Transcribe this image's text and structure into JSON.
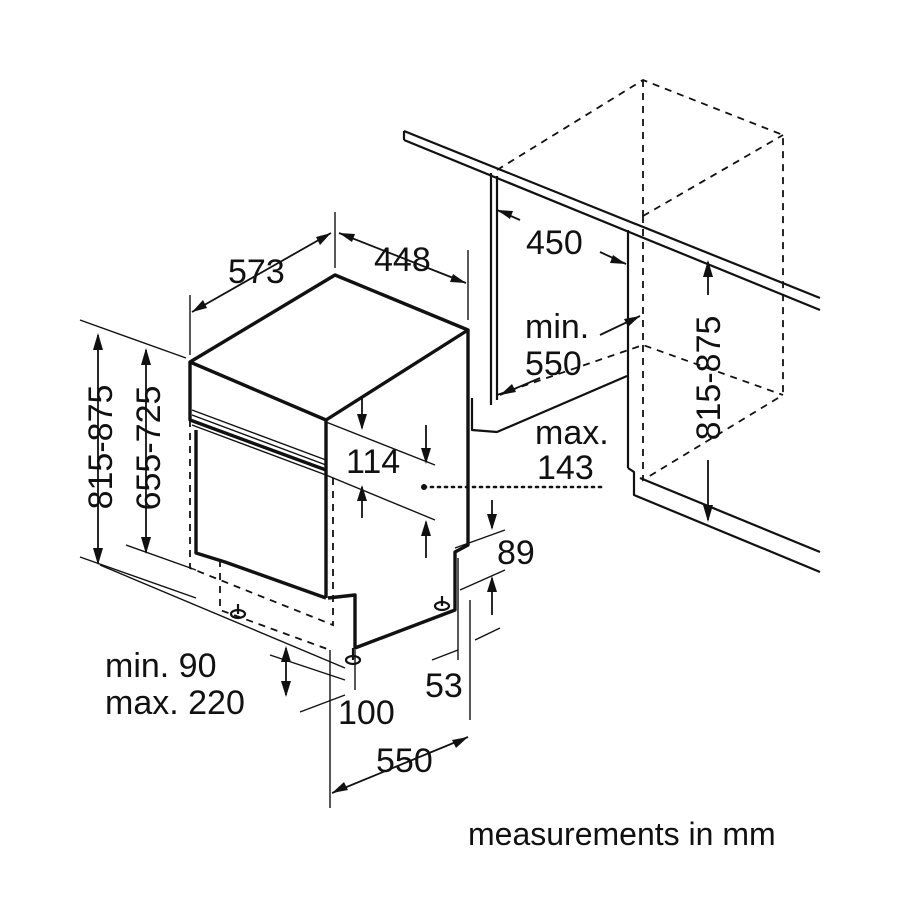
{
  "diagram": {
    "caption": "measurements in mm",
    "dimensions": {
      "depth_appliance": "573",
      "width_appliance": "448",
      "height_outer": "815-875",
      "height_inner": "655-725",
      "panel_height": "114",
      "niche_width": "450",
      "niche_depth_min_label": "min.",
      "niche_depth_min_value": "550",
      "niche_height": "815-875",
      "door_max_label": "max.",
      "door_max_value": "143",
      "plinth_89": "89",
      "plinth_53": "53",
      "plinth_min": "min. 90",
      "plinth_max": "max. 220",
      "plinth_100": "100",
      "depth_550": "550"
    }
  }
}
